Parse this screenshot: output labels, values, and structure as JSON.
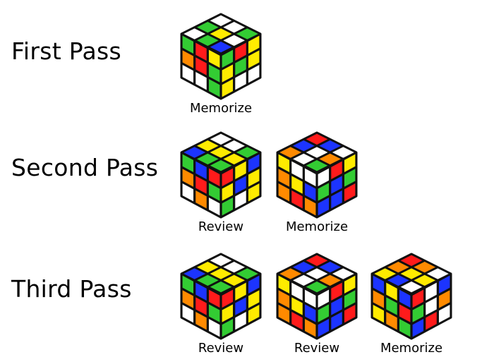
{
  "colors": {
    "W": "#ffffff",
    "Y": "#ffeb00",
    "R": "#ff1b1b",
    "O": "#ff8a00",
    "G": "#33cc33",
    "B": "#1c34ff",
    "outline": "#111111"
  },
  "passes": [
    {
      "label": "First Pass",
      "cubes": [
        {
          "caption": "Memorize",
          "top": [
            "W",
            "W",
            "G",
            "G",
            "Y",
            "W",
            "W",
            "G",
            "B"
          ],
          "left": [
            "G",
            "R",
            "Y",
            "O",
            "R",
            "G",
            "W",
            "W",
            "G"
          ],
          "right": [
            "G",
            "R",
            "Y",
            "Y",
            "G",
            "Y",
            "Y",
            "W",
            "W"
          ]
        }
      ]
    },
    {
      "label": "Second Pass",
      "cubes": [
        {
          "caption": "Review",
          "top": [
            "W",
            "W",
            "G",
            "Y",
            "Y",
            "Y",
            "B",
            "G",
            "G"
          ],
          "left": [
            "G",
            "B",
            "R",
            "O",
            "R",
            "G",
            "W",
            "O",
            "W"
          ],
          "right": [
            "R",
            "Y",
            "B",
            "Y",
            "B",
            "Y",
            "G",
            "W",
            "Y"
          ]
        },
        {
          "caption": "Memorize",
          "top": [
            "R",
            "B",
            "W",
            "B",
            "W",
            "O",
            "O",
            "W",
            "G"
          ],
          "left": [
            "Y",
            "W",
            "W",
            "O",
            "Y",
            "B",
            "O",
            "R",
            "O"
          ],
          "right": [
            "W",
            "R",
            "Y",
            "G",
            "B",
            "G",
            "B",
            "B",
            "R"
          ]
        }
      ]
    },
    {
      "label": "Third Pass",
      "cubes": [
        {
          "caption": "Review",
          "top": [
            "W",
            "W",
            "G",
            "Y",
            "Y",
            "Y",
            "B",
            "G",
            "G"
          ],
          "left": [
            "G",
            "B",
            "R",
            "O",
            "R",
            "G",
            "W",
            "O",
            "W"
          ],
          "right": [
            "R",
            "Y",
            "B",
            "Y",
            "B",
            "Y",
            "G",
            "W",
            "Y"
          ]
        },
        {
          "caption": "Review",
          "top": [
            "R",
            "B",
            "W",
            "B",
            "W",
            "O",
            "O",
            "W",
            "G"
          ],
          "left": [
            "Y",
            "W",
            "W",
            "O",
            "Y",
            "B",
            "O",
            "R",
            "O"
          ],
          "right": [
            "W",
            "R",
            "Y",
            "G",
            "B",
            "G",
            "B",
            "B",
            "R"
          ]
        },
        {
          "caption": "Memorize",
          "top": [
            "R",
            "O",
            "W",
            "O",
            "Y",
            "Y",
            "Y",
            "B",
            "W"
          ],
          "left": [
            "B",
            "Y",
            "B",
            "O",
            "G",
            "R",
            "Y",
            "O",
            "G"
          ],
          "right": [
            "R",
            "W",
            "B",
            "G",
            "W",
            "O",
            "B",
            "R",
            "W"
          ]
        }
      ]
    }
  ]
}
